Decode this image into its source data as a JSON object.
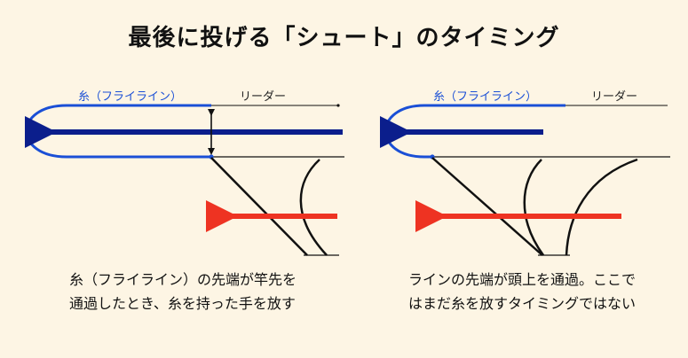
{
  "title": "最後に投げる「シュート」のタイミング",
  "left_panel": {
    "fly_line_label": "糸（フライライン）",
    "leader_label": "リーダー",
    "caption_line1": "糸（フライライン）の先端が竿先を",
    "caption_line2": "通過したとき、糸を持った手を放す"
  },
  "right_panel": {
    "fly_line_label": "糸（フライライン）",
    "leader_label": "リーダー",
    "caption_line1": "ラインの先端が頭上を通過。ここで",
    "caption_line2": "はまだ糸を放すタイミングではない"
  },
  "colors": {
    "background": "#fdf5e4",
    "fly_line": "#1a4fd6",
    "line_arrow": "#0b1e8c",
    "hand_arrow": "#ee3322",
    "leader": "#111111"
  }
}
